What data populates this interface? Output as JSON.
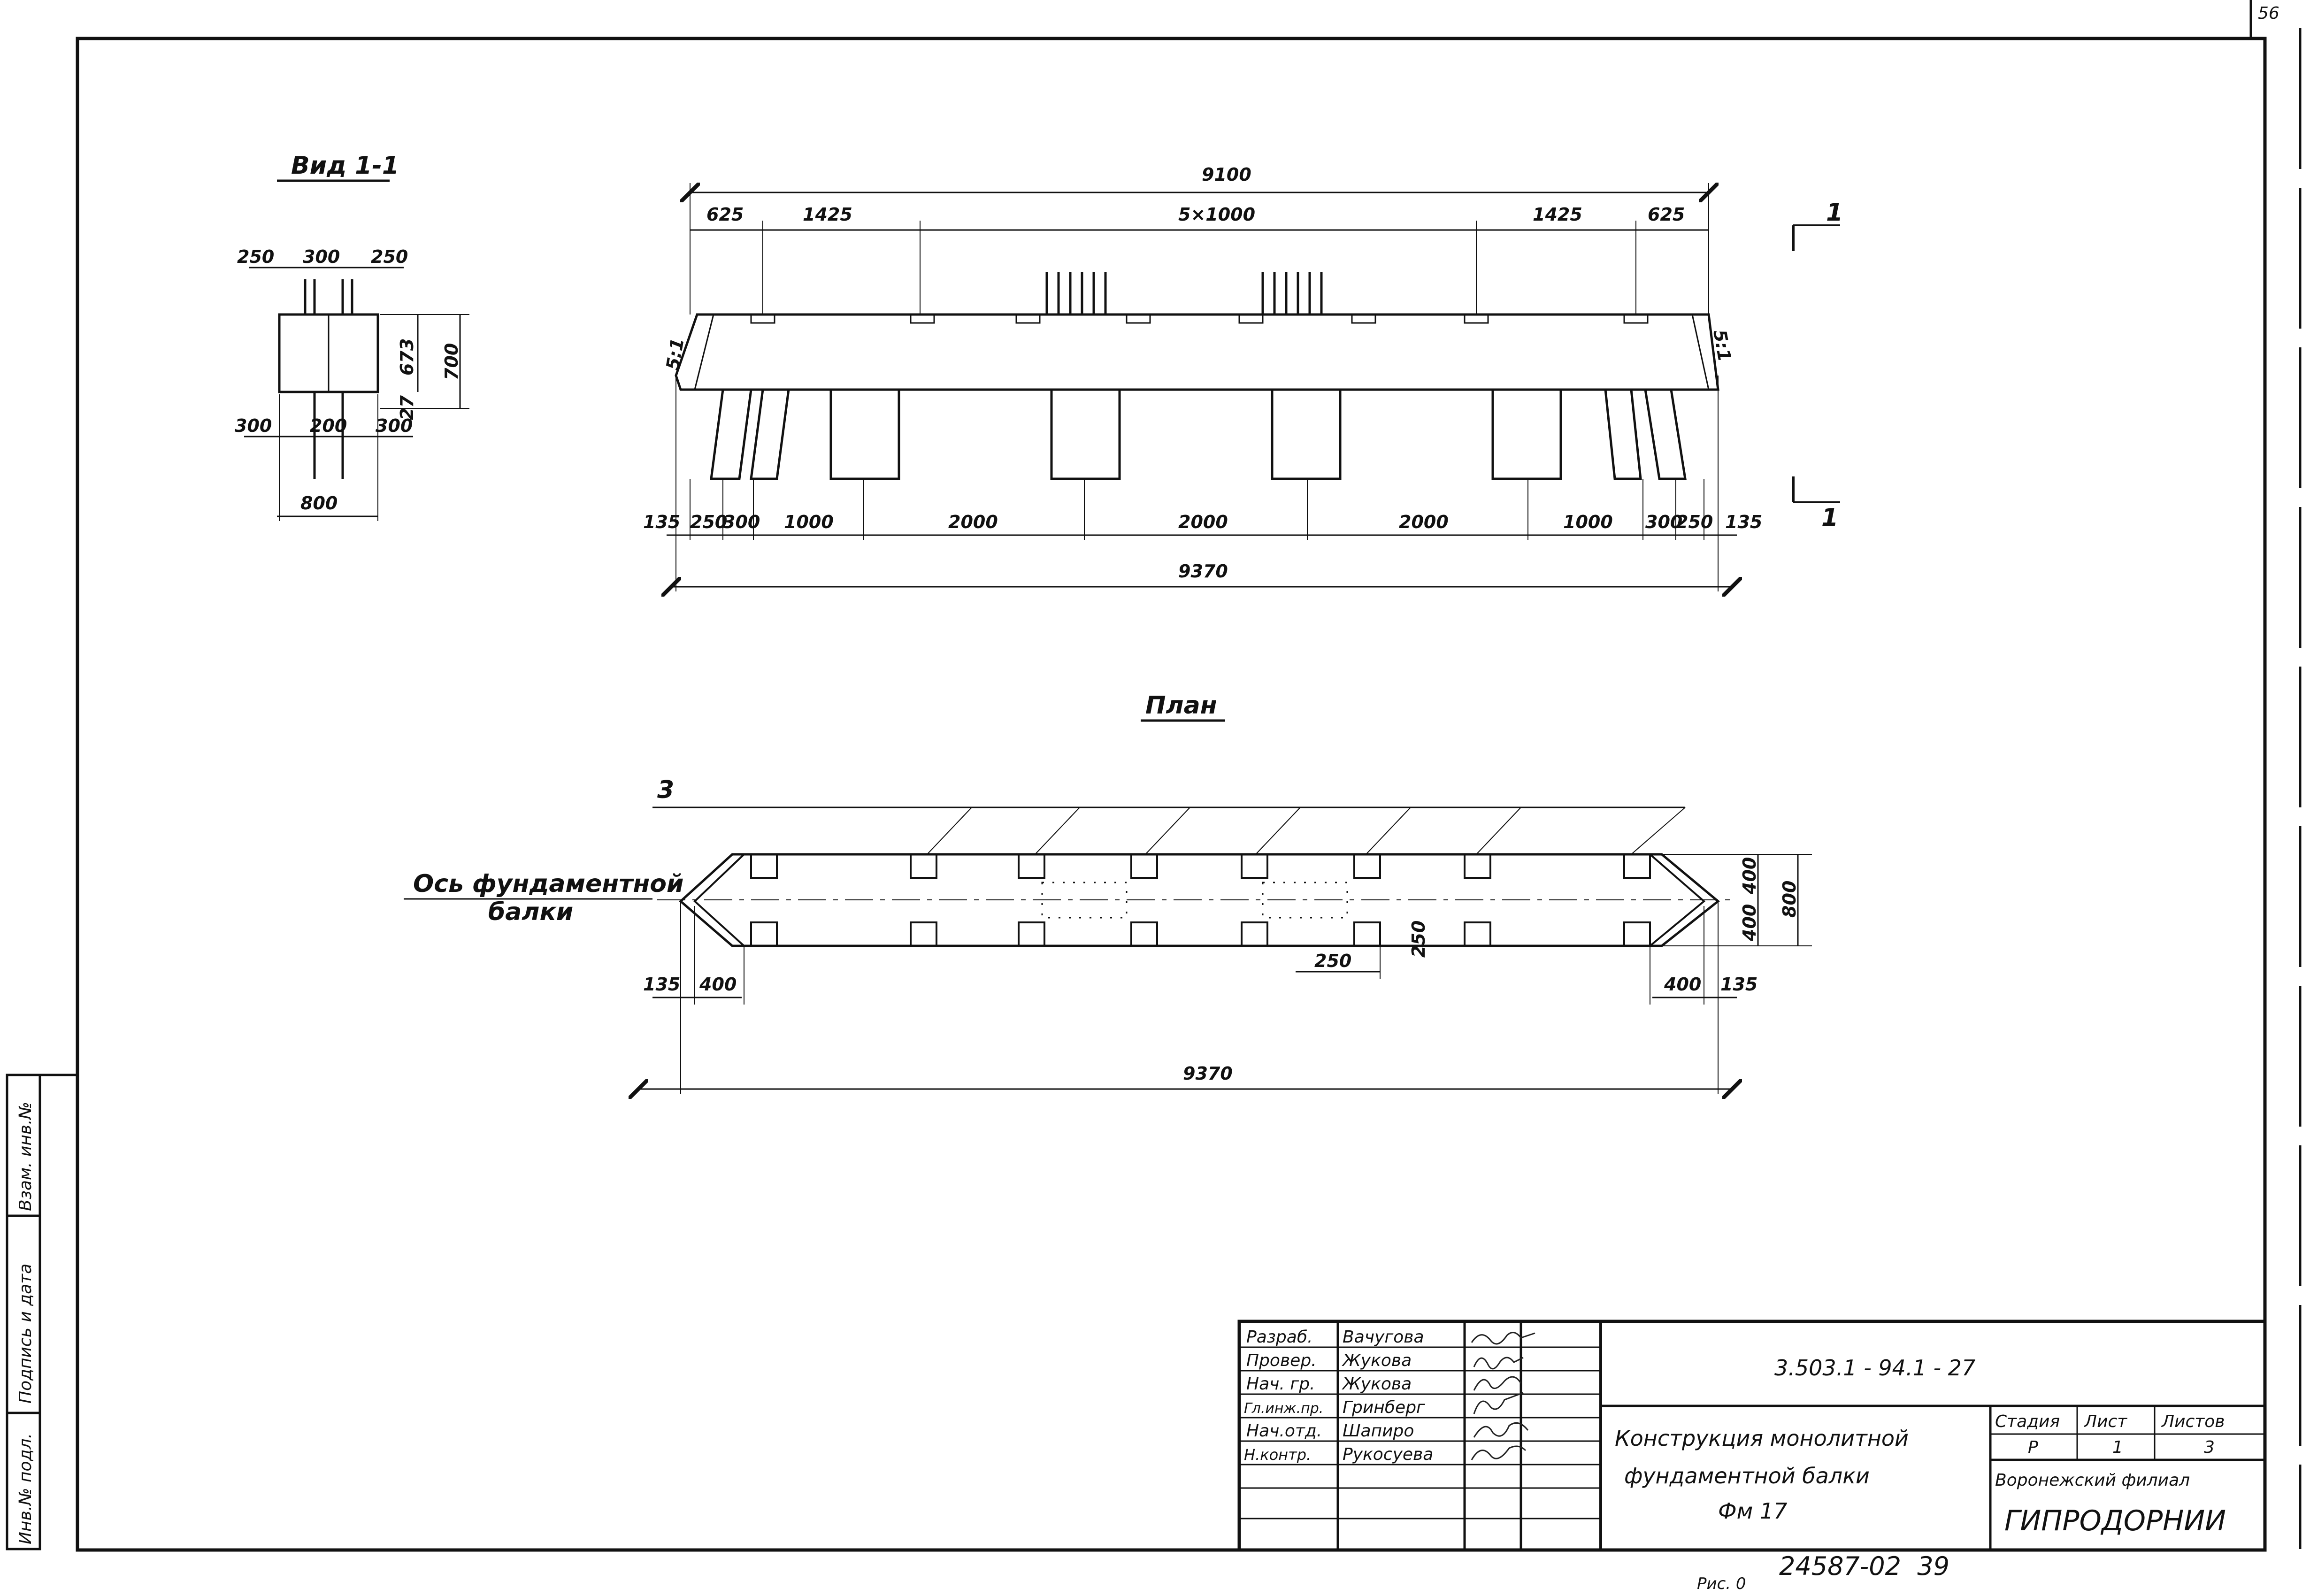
{
  "sheet": {
    "corner_mark": "56",
    "bottom_number": "24587-02  39",
    "bottom_prefix": "Рис. 0"
  },
  "view_1_1": {
    "title": "Вид 1-1",
    "dims": [
      "250",
      "300",
      "250",
      "673",
      "700",
      "27",
      "300",
      "200",
      "300",
      "800"
    ]
  },
  "elevation": {
    "total_top": "9100",
    "top_segments": [
      "625",
      "1425",
      "5×1000",
      "1425",
      "625"
    ],
    "slope_left": "5:1",
    "slope_right": "5:1",
    "bottom_segments": [
      "135",
      "250",
      "300",
      "1000",
      "2000",
      "2000",
      "2000",
      "1000",
      "300",
      "250",
      "135"
    ],
    "total_bottom": "9370",
    "section_mark": "1"
  },
  "plan": {
    "title": "План",
    "leader_mark": "3",
    "axis_label_line1": "Ось фундаментной",
    "axis_label_line2": "балки",
    "dims": [
      "400",
      "400",
      "800",
      "250",
      "250",
      "135",
      "400",
      "400",
      "135"
    ],
    "total": "9370"
  },
  "side_stamp": {
    "cells": [
      "Инв.№ подл.",
      "Подпись и дата",
      "Взам. инв.№"
    ]
  },
  "title_block": {
    "rows": [
      {
        "role": "Разраб.",
        "name": "Вачугова",
        "sign": "Вач"
      },
      {
        "role": "Провер.",
        "name": "Жукова",
        "sign": "Жук"
      },
      {
        "role": "Нач. гр.",
        "name": "Жукова",
        "sign": "Жук"
      },
      {
        "role": "Гл.инж.пр.",
        "name": "Гринберг",
        "sign": "Гр"
      },
      {
        "role": "Нач.отд.",
        "name": "Шапиро",
        "sign": "Шап"
      },
      {
        "role": "Н.контр.",
        "name": "Рукосуева",
        "sign": "Рук"
      }
    ],
    "code": "3.503.1 - 94.1 - 27",
    "name_line1": "Конструкция монолитной",
    "name_line2": "фундаментной балки",
    "name_line3": "Фм 17",
    "stage_label": "Стадия",
    "sheet_label": "Лист",
    "sheets_label": "Листов",
    "stage": "Р",
    "sheet": "1",
    "sheets": "3",
    "org_line1": "Воронежский филиал",
    "org_line2": "ГИПРОДОРНИИ"
  }
}
